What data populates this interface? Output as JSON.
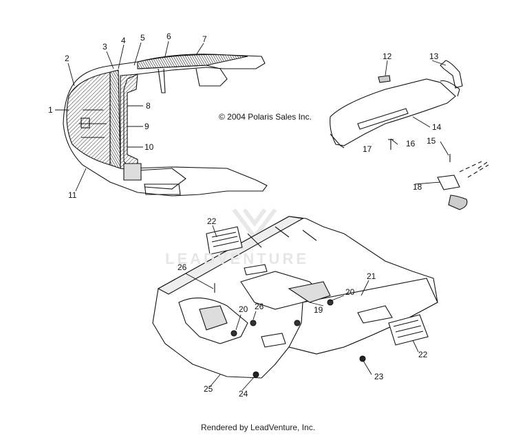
{
  "copyright": "© 2004 Polaris Sales Inc.",
  "footer": "Rendered by LeadVenture, Inc.",
  "watermark": "LEADVENTURE",
  "callouts": [
    {
      "id": "1",
      "text": "1"
    },
    {
      "id": "2",
      "text": "2"
    },
    {
      "id": "3",
      "text": "3"
    },
    {
      "id": "4",
      "text": "4"
    },
    {
      "id": "5",
      "text": "5"
    },
    {
      "id": "6",
      "text": "6"
    },
    {
      "id": "7",
      "text": "7"
    },
    {
      "id": "8",
      "text": "8"
    },
    {
      "id": "9",
      "text": "9"
    },
    {
      "id": "10",
      "text": "10"
    },
    {
      "id": "11",
      "text": "11"
    },
    {
      "id": "12",
      "text": "12"
    },
    {
      "id": "13",
      "text": "13"
    },
    {
      "id": "14",
      "text": "14"
    },
    {
      "id": "15",
      "text": "15"
    },
    {
      "id": "16",
      "text": "16"
    },
    {
      "id": "17",
      "text": "17"
    },
    {
      "id": "18",
      "text": "18"
    },
    {
      "id": "19",
      "text": "19"
    },
    {
      "id": "20a",
      "text": "20"
    },
    {
      "id": "20b",
      "text": "20"
    },
    {
      "id": "21",
      "text": "21"
    },
    {
      "id": "22a",
      "text": "22"
    },
    {
      "id": "22b",
      "text": "22"
    },
    {
      "id": "23",
      "text": "23"
    },
    {
      "id": "24",
      "text": "24"
    },
    {
      "id": "25",
      "text": "25"
    },
    {
      "id": "26a",
      "text": "26"
    },
    {
      "id": "26b",
      "text": "26"
    }
  ],
  "colors": {
    "line": "#111111",
    "watermark": "#e6e6e6",
    "hatch": "#333333"
  }
}
